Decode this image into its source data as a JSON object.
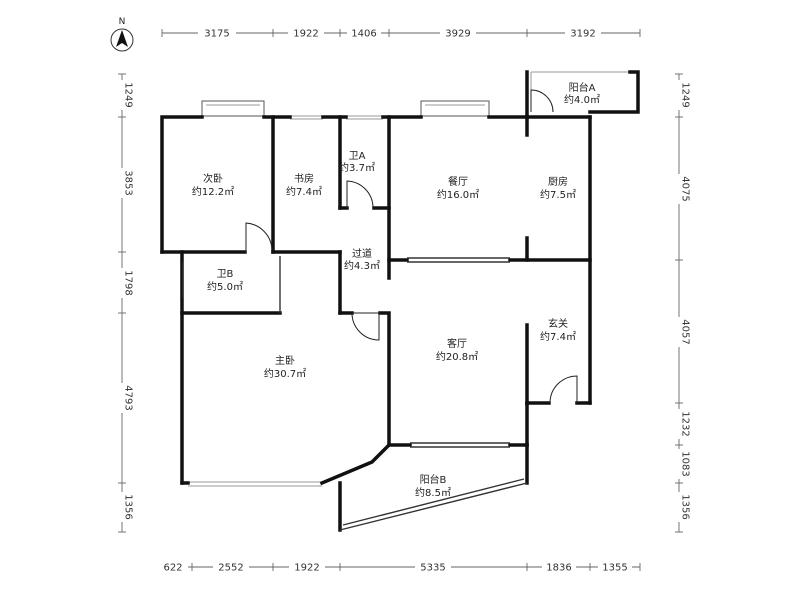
{
  "compass": {
    "label": "N"
  },
  "rooms": {
    "second_bedroom": {
      "name": "次卧",
      "area": "约12.2㎡"
    },
    "study": {
      "name": "书房",
      "area": "约7.4㎡"
    },
    "bath_a": {
      "name": "卫A",
      "area": "约3.7㎡"
    },
    "dining": {
      "name": "餐厅",
      "area": "约16.0㎡"
    },
    "kitchen": {
      "name": "厨房",
      "area": "约7.5㎡"
    },
    "balcony_a": {
      "name": "阳台A",
      "area": "约4.0㎡"
    },
    "corridor": {
      "name": "过道",
      "area": "约4.3㎡"
    },
    "bath_b": {
      "name": "卫B",
      "area": "约5.0㎡"
    },
    "master_bedroom": {
      "name": "主卧",
      "area": "约30.7㎡"
    },
    "living": {
      "name": "客厅",
      "area": "约20.8㎡"
    },
    "entrance": {
      "name": "玄关",
      "area": "约7.4㎡"
    },
    "balcony_b": {
      "name": "阳台B",
      "area": "约8.5㎡"
    }
  },
  "dimensions": {
    "top": [
      "3175",
      "1922",
      "1406",
      "3929",
      "3192"
    ],
    "bottom": [
      "622",
      "2552",
      "1922",
      "5335",
      "1836",
      "1355"
    ],
    "left": [
      "1249",
      "3853",
      "1798",
      "4793",
      "1356"
    ],
    "right": [
      "1249",
      "4075",
      "4057",
      "1232",
      "1083",
      "1356"
    ]
  }
}
